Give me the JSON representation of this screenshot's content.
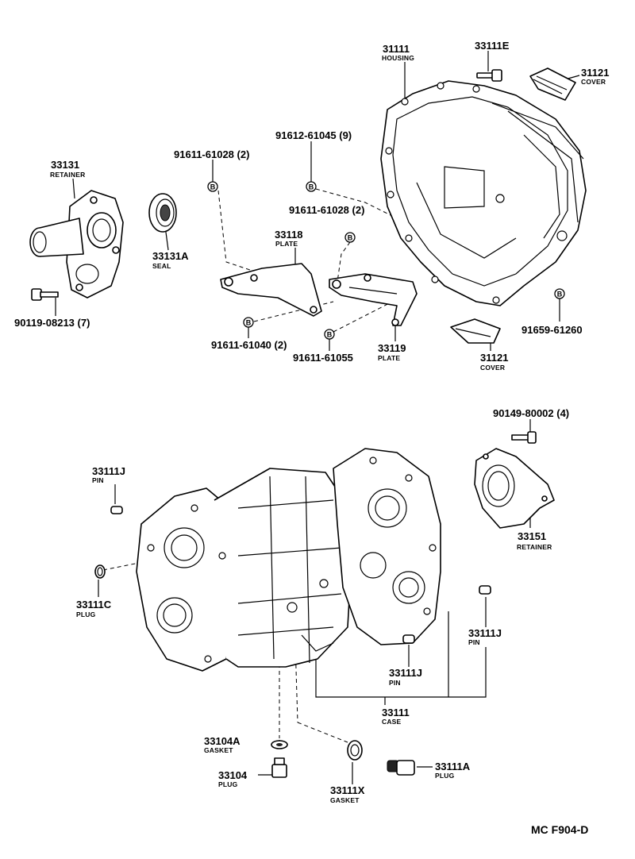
{
  "diagram_code": "MC  F904-D",
  "bolt_symbol": "B",
  "parts": [
    {
      "id": "p31111_housing",
      "number": "31111",
      "label": "HOUSING"
    },
    {
      "id": "p33111E",
      "number": "33111E",
      "label": ""
    },
    {
      "id": "p31121_top",
      "number": "31121",
      "label": "COVER"
    },
    {
      "id": "p33131",
      "number": "33131",
      "label": "RETAINER"
    },
    {
      "id": "p33131A",
      "number": "33131A",
      "label": "SEAL"
    },
    {
      "id": "p90119",
      "number": "90119-08213 (7)",
      "label": ""
    },
    {
      "id": "p91611_a",
      "number": "91611-61028 (2)",
      "label": ""
    },
    {
      "id": "p91612",
      "number": "91612-61045 (9)",
      "label": ""
    },
    {
      "id": "p91611_b",
      "number": "91611-61028 (2)",
      "label": ""
    },
    {
      "id": "p33118",
      "number": "33118",
      "label": "PLATE"
    },
    {
      "id": "p91611_40",
      "number": "91611-61040 (2)",
      "label": ""
    },
    {
      "id": "p91611_55",
      "number": "91611-61055",
      "label": ""
    },
    {
      "id": "p33119",
      "number": "33119",
      "label": "PLATE"
    },
    {
      "id": "p31121_bot",
      "number": "31121",
      "label": "COVER"
    },
    {
      "id": "p91659",
      "number": "91659-61260",
      "label": ""
    },
    {
      "id": "p90149",
      "number": "90149-80002 (4)",
      "label": ""
    },
    {
      "id": "p33111J_a",
      "number": "33111J",
      "label": "PIN"
    },
    {
      "id": "p33151",
      "number": "33151",
      "label": "RETAINER"
    },
    {
      "id": "p33111C",
      "number": "33111C",
      "label": "PLUG"
    },
    {
      "id": "p33111J_b",
      "number": "33111J",
      "label": "PIN"
    },
    {
      "id": "p33111J_c",
      "number": "33111J",
      "label": "PIN"
    },
    {
      "id": "p33111_case",
      "number": "33111",
      "label": "CASE"
    },
    {
      "id": "p33104A",
      "number": "33104A",
      "label": "GASKET"
    },
    {
      "id": "p33104",
      "number": "33104",
      "label": "PLUG"
    },
    {
      "id": "p33111X",
      "number": "33111X",
      "label": "GASKET"
    },
    {
      "id": "p33111A",
      "number": "33111A",
      "label": "PLUG"
    }
  ]
}
